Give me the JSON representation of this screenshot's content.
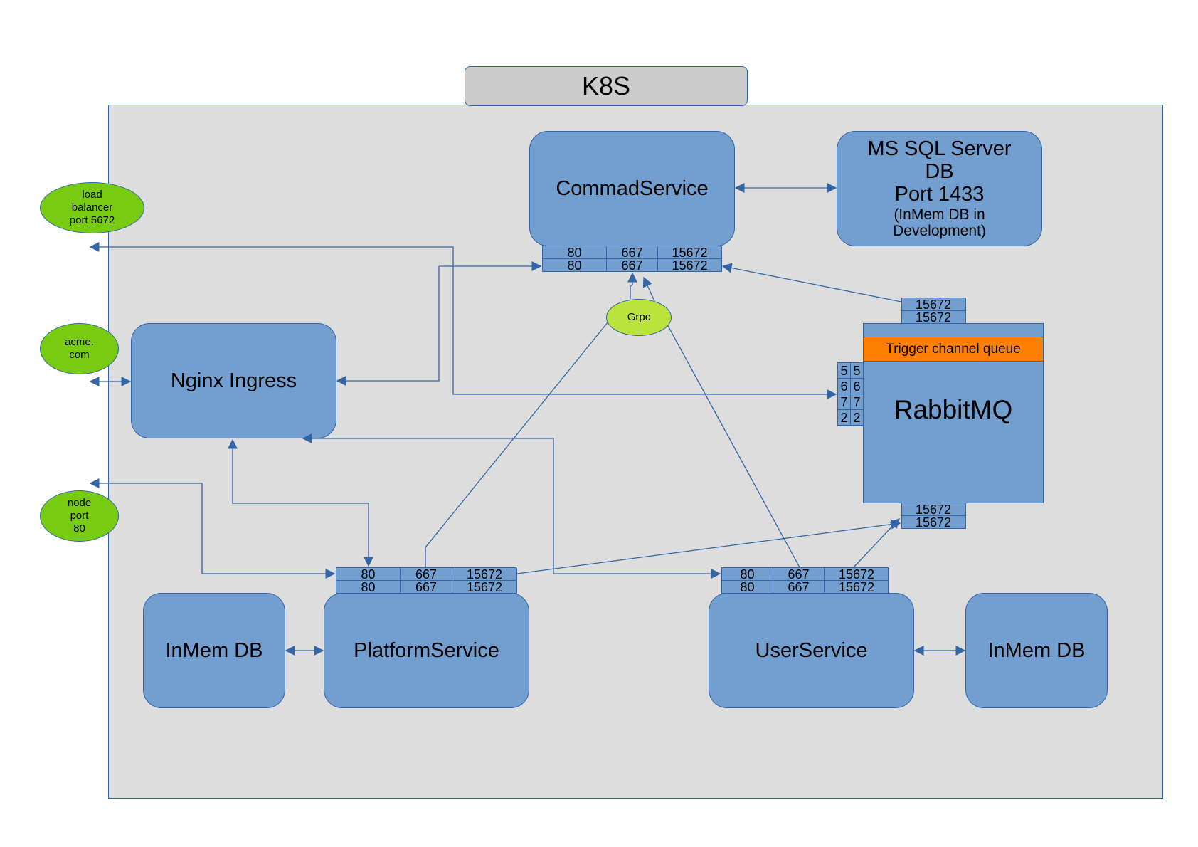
{
  "colors": {
    "service": "#729fcf",
    "border": "#3465a4",
    "cluster": "#dddddd",
    "title": "#cccccc",
    "green": "#77cc11",
    "grpc": "#bbe33d",
    "queue": "#ff7f00"
  },
  "k8s": {
    "title": "K8S"
  },
  "command_service": {
    "label": "CommadService",
    "ports": [
      "80",
      "667",
      "15672",
      "80",
      "667",
      "15672"
    ]
  },
  "sql": {
    "line1": "MS SQL Server",
    "line2": "DB",
    "line3": "Port 1433",
    "line4": "(InMem DB in",
    "line5": "Development)"
  },
  "nginx": {
    "label": "Nginx Ingress"
  },
  "rabbitmq": {
    "label": "RabbitMQ",
    "queue": "Trigger channel queue",
    "top_ports": [
      "15672",
      "15672"
    ],
    "bottom_ports": [
      "15672",
      "15672"
    ],
    "side_ports": [
      "5",
      "5",
      "6",
      "6",
      "7",
      "7",
      "2",
      "2"
    ]
  },
  "grpc": {
    "label": "Grpc"
  },
  "platform_service": {
    "label": "PlatformService",
    "ports": [
      "80",
      "667",
      "15672",
      "80",
      "667",
      "15672"
    ]
  },
  "user_service": {
    "label": "UserService",
    "ports": [
      "80",
      "667",
      "15672",
      "80",
      "667",
      "15672"
    ]
  },
  "inmem_left": {
    "label": "InMem DB"
  },
  "inmem_right": {
    "label": "InMem DB"
  },
  "external": {
    "load_balancer": [
      "load",
      "balancer",
      "port 5672"
    ],
    "acme": [
      "acme.",
      "com"
    ],
    "node_port": [
      "node",
      "port",
      "80"
    ]
  }
}
